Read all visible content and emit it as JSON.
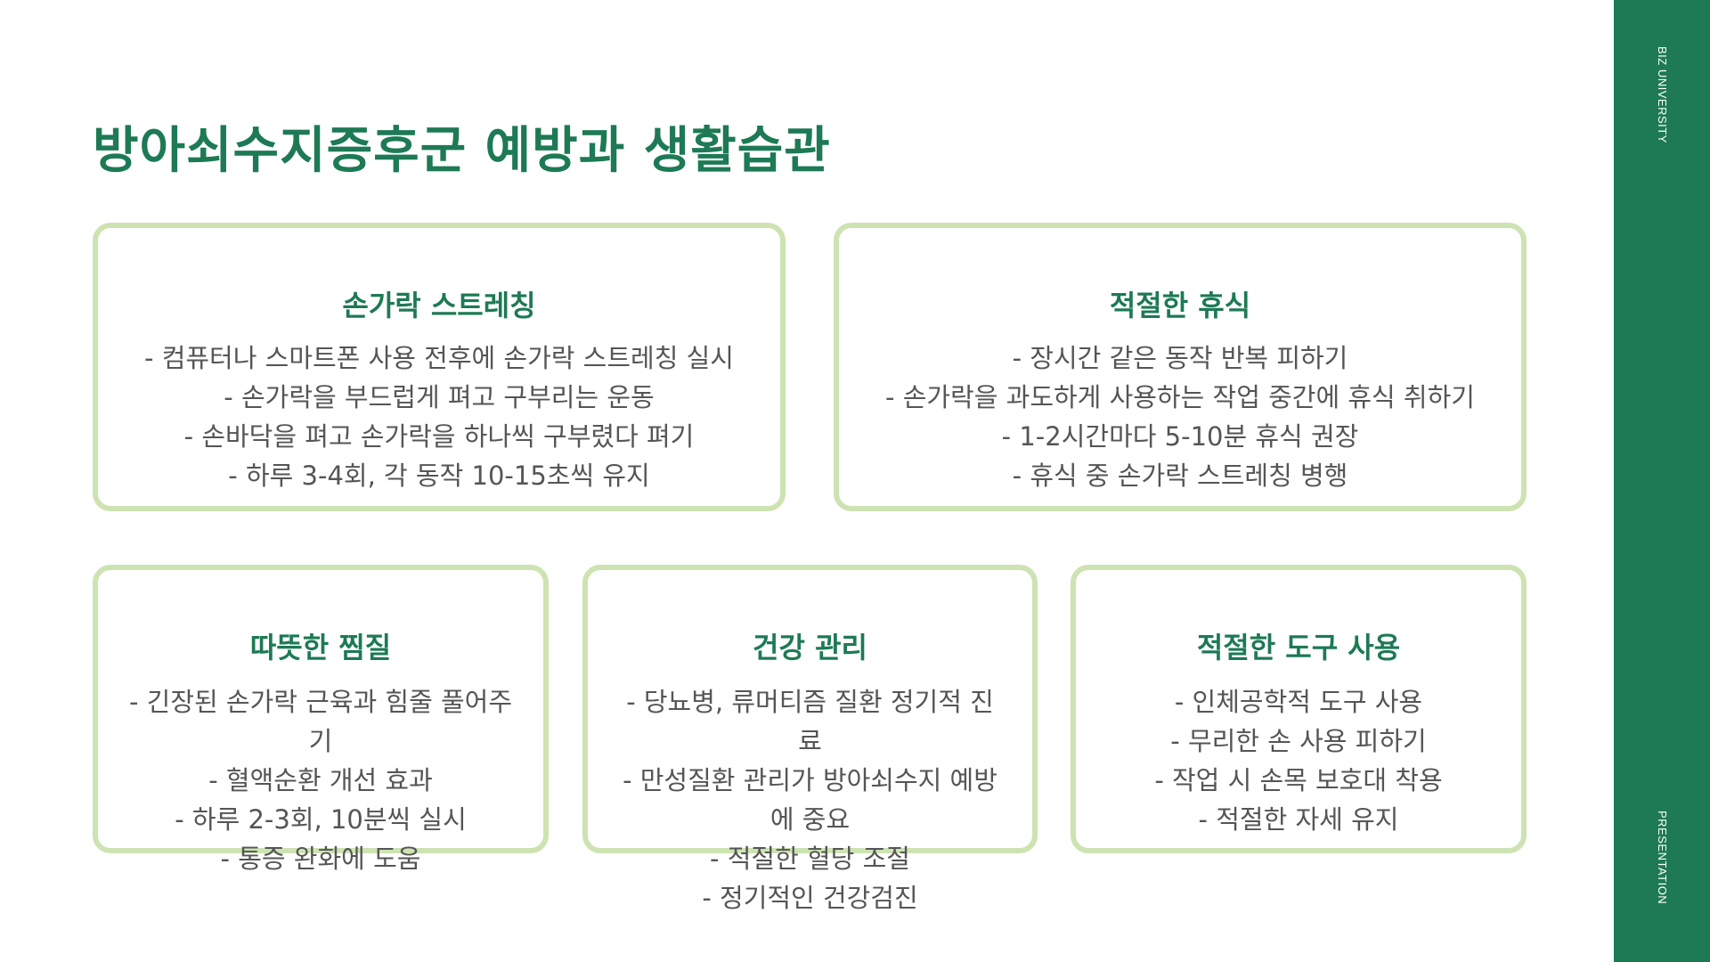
{
  "title": "방아쇠수지증후군 예방과 생활습관",
  "cards": [
    {
      "heading": "손가락 스트레칭",
      "lines": [
        "- 컴퓨터나 스마트폰 사용 전후에 손가락 스트레칭 실시",
        "- 손가락을 부드럽게 펴고 구부리는 운동",
        "- 손바닥을 펴고 손가락을 하나씩 구부렸다 펴기",
        "- 하루 3-4회, 각 동작 10-15초씩 유지"
      ]
    },
    {
      "heading": "적절한 휴식",
      "lines": [
        "- 장시간 같은 동작 반복 피하기",
        "- 손가락을 과도하게 사용하는 작업 중간에 휴식 취하기",
        "- 1-2시간마다 5-10분 휴식 권장",
        "- 휴식 중 손가락 스트레칭 병행"
      ]
    },
    {
      "heading": "따뜻한 찜질",
      "lines": [
        "- 긴장된 손가락 근육과 힘줄 풀어주기",
        "- 혈액순환 개선 효과",
        "- 하루 2-3회, 10분씩 실시",
        "- 통증 완화에 도움"
      ]
    },
    {
      "heading": "건강 관리",
      "lines": [
        "- 당뇨병, 류머티즘 질환 정기적 진료",
        "- 만성질환 관리가 방아쇠수지 예방에 중요",
        "- 적절한 혈당 조절",
        "- 정기적인 건강검진"
      ]
    },
    {
      "heading": "적절한 도구 사용",
      "lines": [
        "- 인체공학적 도구 사용",
        "- 무리한 손 사용 피하기",
        "- 작업 시 손목 보호대 착용",
        "- 적절한 자세 유지"
      ]
    }
  ],
  "sidebar": {
    "top_label": "BIZ UNIVERSITY",
    "bottom_label": "PRESENTATION"
  }
}
